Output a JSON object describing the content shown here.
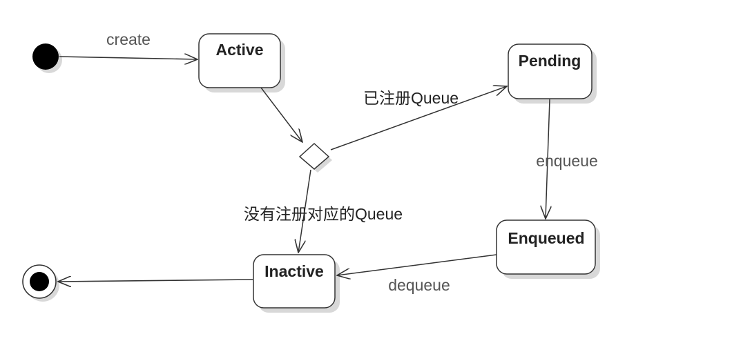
{
  "states": {
    "active": "Active",
    "pending": "Pending",
    "enqueued": "Enqueued",
    "inactive": "Inactive"
  },
  "transitions": {
    "create": "create",
    "registered_queue": "已注册Queue",
    "enqueue": "enqueue",
    "no_registered_queue": "没有注册对应的Queue",
    "dequeue": "dequeue"
  },
  "colors": {
    "line": "#333333",
    "state_fill": "#ffffff",
    "shadow": "#d8d8d8",
    "node_fill": "#000000"
  }
}
